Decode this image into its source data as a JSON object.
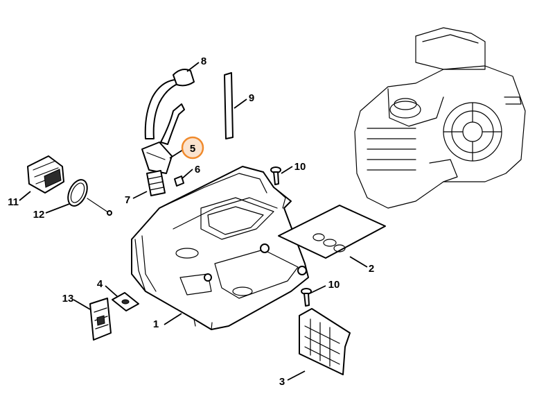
{
  "accent_color": "#f08a2c",
  "highlighted_callout": "5",
  "callouts": [
    {
      "id": "c1",
      "label": "1"
    },
    {
      "id": "c2",
      "label": "2"
    },
    {
      "id": "c3",
      "label": "3"
    },
    {
      "id": "c4",
      "label": "4"
    },
    {
      "id": "c5",
      "label": "5"
    },
    {
      "id": "c6",
      "label": "6"
    },
    {
      "id": "c7",
      "label": "7"
    },
    {
      "id": "c8",
      "label": "8"
    },
    {
      "id": "c9",
      "label": "9"
    },
    {
      "id": "c10a",
      "label": "10"
    },
    {
      "id": "c10b",
      "label": "10"
    },
    {
      "id": "c11",
      "label": "11"
    },
    {
      "id": "c12",
      "label": "12"
    },
    {
      "id": "c13",
      "label": "13"
    }
  ]
}
